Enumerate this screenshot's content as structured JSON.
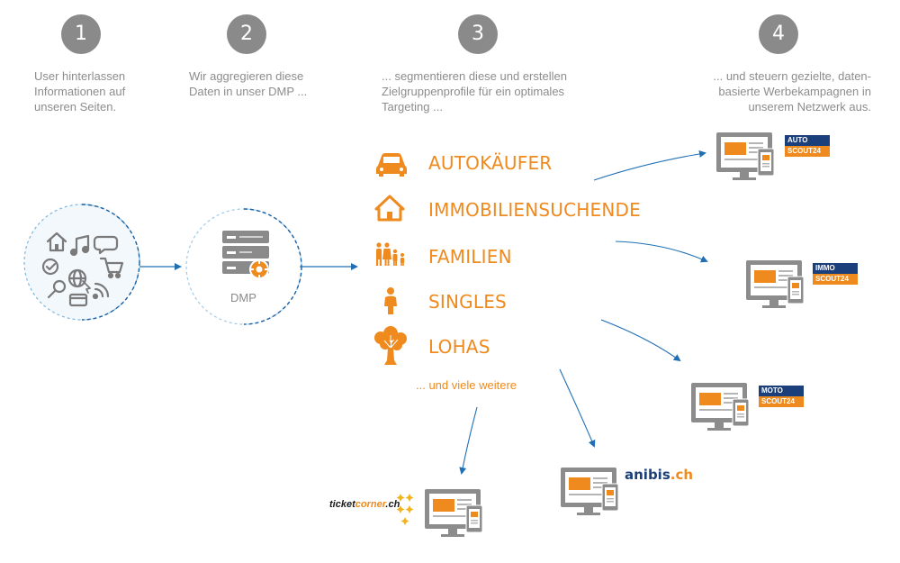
{
  "steps": [
    {
      "num": "1",
      "text": "User hinterlassen\nInformationen auf\nunseren Seiten."
    },
    {
      "num": "2",
      "text": "Wir aggregieren diese\nDaten in unser DMP ..."
    },
    {
      "num": "3",
      "text": "... segmentieren diese und erstellen\nZielgruppenprofile für ein optimales\nTargeting ..."
    },
    {
      "num": "4",
      "text": "... und steuern gezielte, daten-\nbasierte Werbekampagnen in\nunserem Netzwerk aus."
    }
  ],
  "dmp": {
    "label": "DMP"
  },
  "segments": [
    {
      "label": "AUTOKÄUFER",
      "icon": "car-icon"
    },
    {
      "label": "IMMOBILIENSUCHENDE",
      "icon": "house-icon"
    },
    {
      "label": "FAMILIEN",
      "icon": "family-icon"
    },
    {
      "label": "SINGLES",
      "icon": "person-icon"
    },
    {
      "label": "LOHAS",
      "icon": "tree-icon"
    }
  ],
  "more_text": "... und viele weitere",
  "brands": {
    "autoscout": {
      "top": "AUTO",
      "bottom": "SCOUT24"
    },
    "immoscout": {
      "top": "IMMO",
      "bottom": "SCOUT24"
    },
    "motoscout": {
      "top": "MOTO",
      "bottom": "SCOUT24"
    },
    "anibis": {
      "name": "anibis",
      "suffix": ".ch"
    },
    "ticketcorner": {
      "part1": "ticket",
      "part2": "corner",
      "part3": ".ch"
    }
  },
  "colors": {
    "accent": "#ef8a1e",
    "arrow": "#2f7fc1",
    "gray": "#8a8a8a",
    "navy": "#1b3f7a"
  }
}
